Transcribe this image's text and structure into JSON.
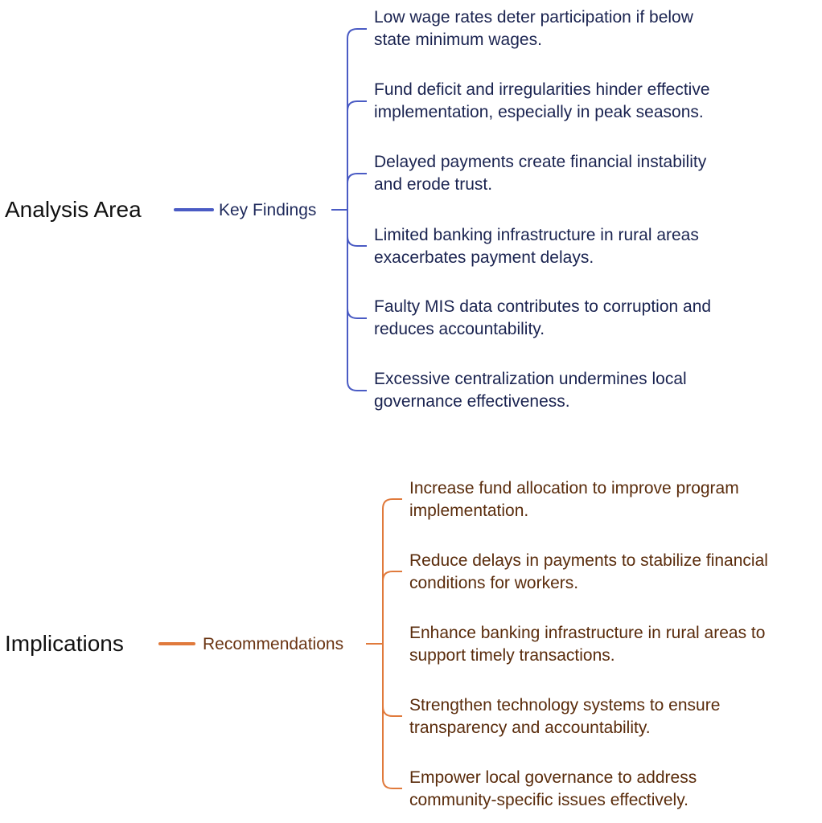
{
  "colors": {
    "blue_branch": "#4a5bc4",
    "orange_branch": "#e07a3c"
  },
  "branches": [
    {
      "root": "Analysis Area",
      "child": "Key Findings",
      "leaves": [
        [
          "Low wage rates deter participation if below",
          "state minimum wages."
        ],
        [
          "Fund deficit and irregularities hinder effective",
          "implementation, especially in peak seasons."
        ],
        [
          "Delayed payments create financial instability",
          "and erode trust."
        ],
        [
          "Limited banking infrastructure in rural areas",
          "exacerbates payment delays."
        ],
        [
          "Faulty MIS data contributes to corruption and",
          "reduces accountability."
        ],
        [
          "Excessive centralization undermines local",
          "governance effectiveness."
        ]
      ]
    },
    {
      "root": "Implications",
      "child": "Recommendations",
      "leaves": [
        [
          "Increase fund allocation to improve program",
          "implementation."
        ],
        [
          "Reduce delays in payments to stabilize financial",
          "conditions for workers."
        ],
        [
          "Enhance banking infrastructure in rural areas to",
          "support timely transactions."
        ],
        [
          "Strengthen technology systems to ensure",
          "transparency and accountability."
        ],
        [
          "Empower local governance to address",
          "community-specific issues effectively."
        ]
      ]
    }
  ]
}
